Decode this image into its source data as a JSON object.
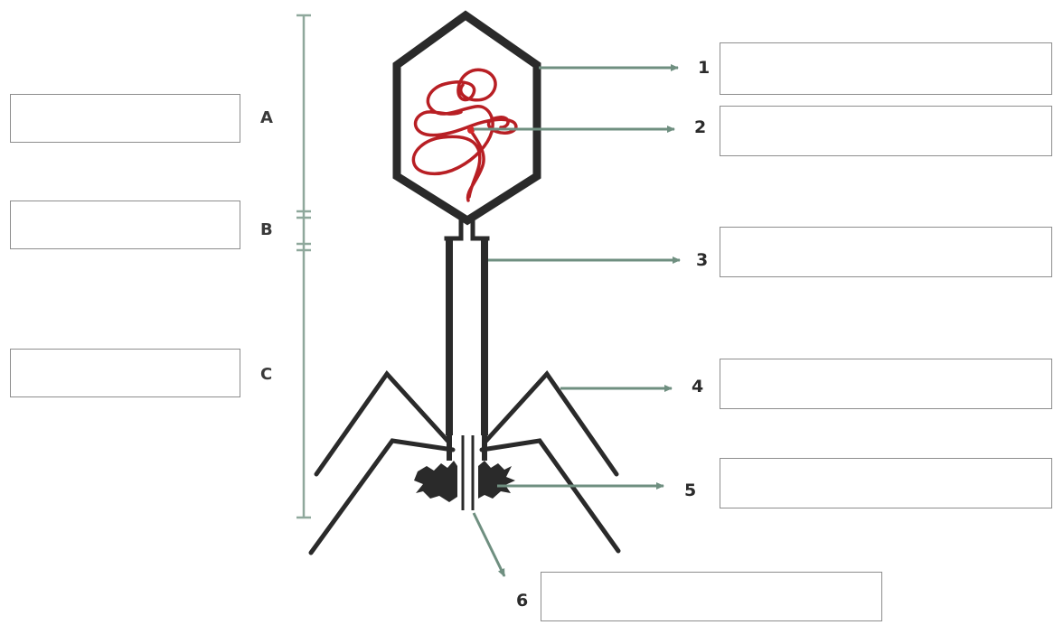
{
  "left_labels": [
    "A",
    "B",
    "C"
  ],
  "right_labels": [
    "1",
    "2",
    "3",
    "4",
    "5",
    "6"
  ],
  "colors": {
    "outline": "#2a2a2a",
    "dna": "#b81f24",
    "pointer": "#6f8f80",
    "dimension": "#8fa89c",
    "box_border": "#8d8d8d"
  }
}
